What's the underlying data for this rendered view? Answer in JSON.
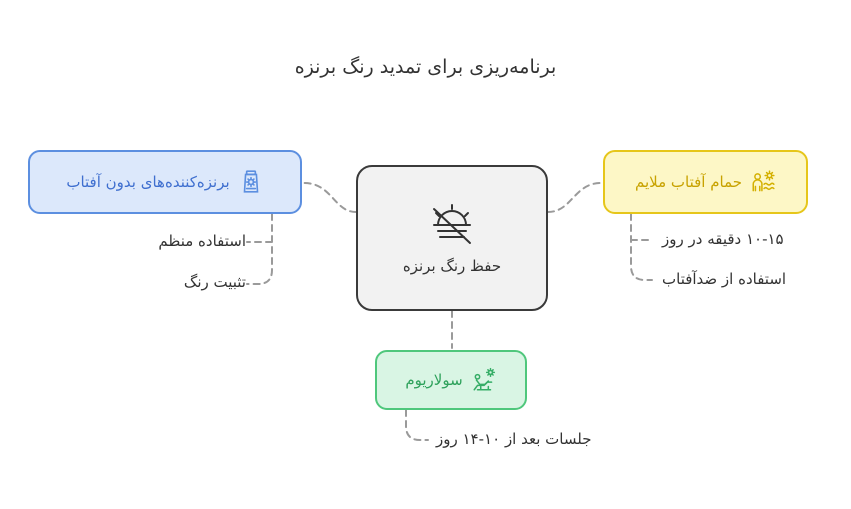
{
  "title": "برنامه‌ریزی برای تمدید رنگ برنزه",
  "center": {
    "label": "حفظ رنگ برنزه",
    "icon": "no-sun-icon"
  },
  "branches": {
    "bronzers": {
      "label": "برنزه‌کننده‌های بدون آفتاب",
      "icon": "sunscreen-tube-icon",
      "color": "#5c8fe0",
      "items": [
        "استفاده منظم",
        "تثبیت رنگ"
      ]
    },
    "sunbath": {
      "label": "حمام آفتاب ملایم",
      "icon": "sunbathing-person-icon",
      "color": "#e6c61a",
      "items": [
        "۱۰-۱۵ دقیقه در روز",
        "استفاده از ضدآفتاب"
      ]
    },
    "solarium": {
      "label": "سولاریوم",
      "icon": "tanning-bed-icon",
      "color": "#4fc77c",
      "items": [
        "جلسات بعد از ۱۰-۱۴ روز"
      ]
    }
  }
}
